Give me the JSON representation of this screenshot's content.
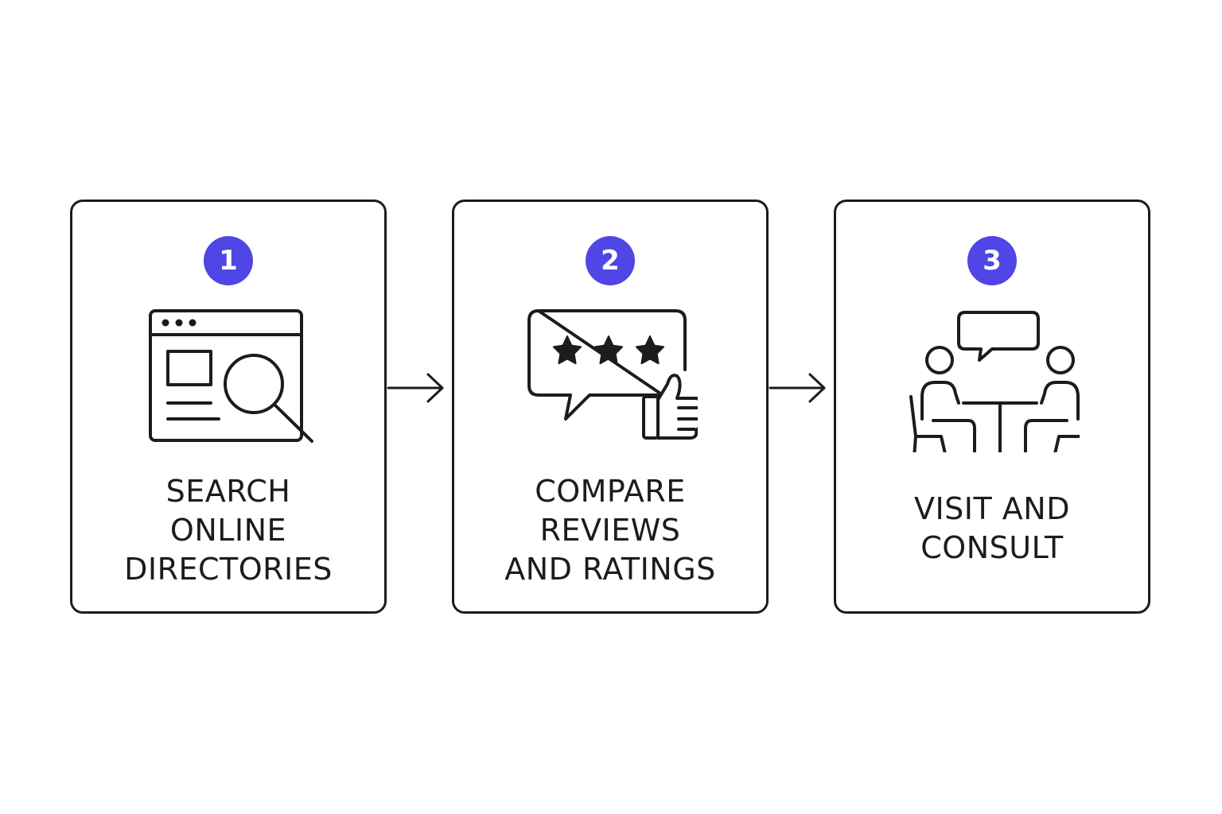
{
  "steps": [
    {
      "number": "1",
      "icon": "browser-search-icon",
      "label_lines": [
        "SEARCH",
        "ONLINE",
        "DIRECTORIES"
      ]
    },
    {
      "number": "2",
      "icon": "review-stars-thumbs-up-icon",
      "label_lines": [
        "COMPARE",
        "REVIEWS",
        "AND RATINGS"
      ]
    },
    {
      "number": "3",
      "icon": "consultation-meeting-icon",
      "label_lines": [
        "VISIT AND",
        "CONSULT"
      ]
    }
  ],
  "colors": {
    "accent": "#4f46e5",
    "stroke": "#1c1c1c",
    "background": "#ffffff"
  }
}
